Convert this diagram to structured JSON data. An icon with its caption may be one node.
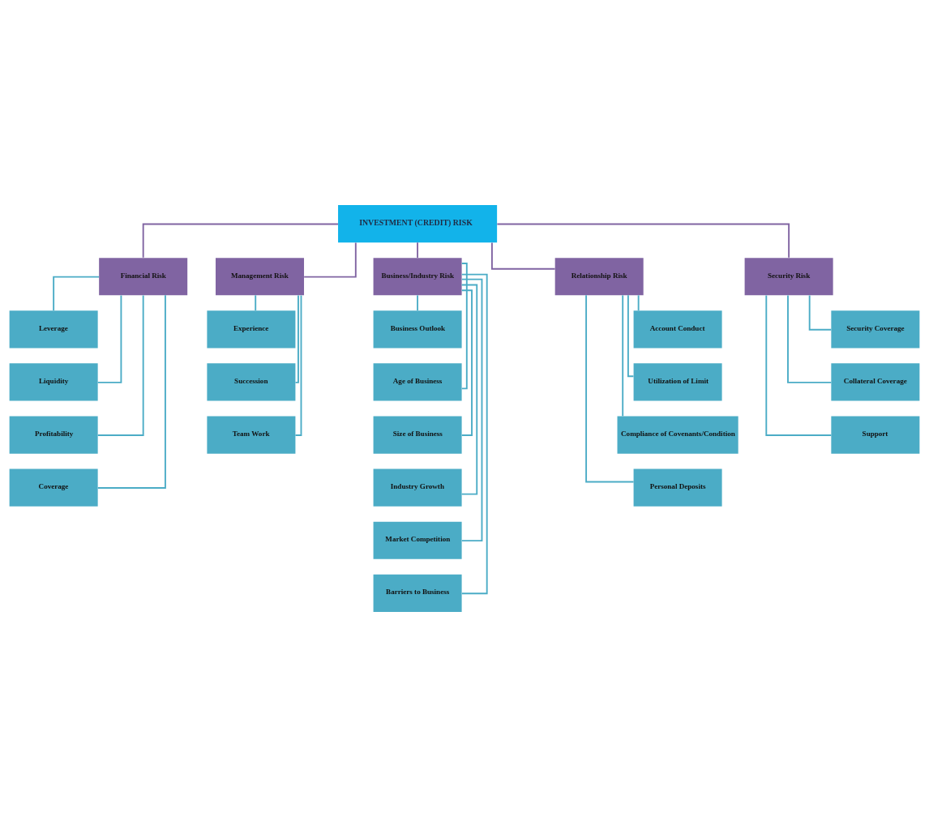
{
  "diagram": {
    "nodes": [
      {
        "text": [
          "INVESTMENT (CREDIT) RISK"
        ]
      },
      {
        "text": [
          "Financial Risk"
        ]
      },
      {
        "text": [
          "Management Risk"
        ]
      },
      {
        "text": [
          "Business/Industry Risk"
        ]
      },
      {
        "text": [
          "Relationship Risk"
        ]
      },
      {
        "text": [
          "Security Risk"
        ]
      },
      {
        "text": [
          "Leverage"
        ]
      },
      {
        "text": [
          "Liquidity"
        ]
      },
      {
        "text": [
          "Profitability"
        ]
      },
      {
        "text": [
          "Coverage"
        ]
      },
      {
        "text": [
          "Experience"
        ]
      },
      {
        "text": [
          "Succession"
        ]
      },
      {
        "text": [
          "Team Work"
        ]
      },
      {
        "text": [
          "Business Outlook"
        ]
      },
      {
        "text": [
          "Age of Business"
        ]
      },
      {
        "text": [
          "Size of Business"
        ]
      },
      {
        "text": [
          "Industry Growth"
        ]
      },
      {
        "text": [
          "Market Competition"
        ]
      },
      {
        "text": [
          "Barriers to Business"
        ]
      },
      {
        "text": [
          "Account Conduct"
        ]
      },
      {
        "text": [
          "Utilization of Limit"
        ]
      },
      {
        "text": [
          "Compliance of Covenants/Condition"
        ]
      },
      {
        "text": [
          "Personal Deposits"
        ]
      },
      {
        "text": [
          "Security Coverage"
        ]
      },
      {
        "text": [
          "Collateral Coverage"
        ]
      },
      {
        "text": [
          "Support"
        ]
      }
    ],
    "edges": [
      {
        "from": 0,
        "to": 1,
        "arrow": "none",
        "color": "#8064a2"
      },
      {
        "from": 0,
        "to": 2,
        "arrow": "none",
        "color": "#8064a2"
      },
      {
        "from": 0,
        "to": 3,
        "arrow": "none",
        "color": "#8064a2"
      },
      {
        "from": 0,
        "to": 4,
        "arrow": "none",
        "color": "#8064a2"
      },
      {
        "from": 0,
        "to": 5,
        "arrow": "none",
        "color": "#8064a2"
      },
      {
        "from": 1,
        "to": 6,
        "arrow": "none"
      },
      {
        "from": 1,
        "to": 7,
        "arrow": "none"
      },
      {
        "from": 1,
        "to": 8,
        "arrow": "none"
      },
      {
        "from": 1,
        "to": 9,
        "arrow": "none"
      },
      {
        "from": 2,
        "to": 10,
        "arrow": "none"
      },
      {
        "from": 2,
        "to": 11,
        "arrow": "none"
      },
      {
        "from": 2,
        "to": 12,
        "arrow": "none"
      },
      {
        "from": 3,
        "to": 13,
        "arrow": "none"
      },
      {
        "from": 3,
        "to": 14,
        "arrow": "none"
      },
      {
        "from": 3,
        "to": 15,
        "arrow": "none"
      },
      {
        "from": 3,
        "to": 16,
        "arrow": "none"
      },
      {
        "from": 3,
        "to": 17,
        "arrow": "none"
      },
      {
        "from": 3,
        "to": 18,
        "arrow": "none"
      },
      {
        "from": 4,
        "to": 19,
        "arrow": "none"
      },
      {
        "from": 4,
        "to": 20,
        "arrow": "none"
      },
      {
        "from": 4,
        "to": 21,
        "arrow": "none"
      },
      {
        "from": 4,
        "to": 22,
        "arrow": "none"
      },
      {
        "from": 5,
        "to": 23,
        "arrow": "none"
      },
      {
        "from": 5,
        "to": 24,
        "arrow": "none"
      },
      {
        "from": 5,
        "to": 25,
        "arrow": "none"
      }
    ]
  }
}
